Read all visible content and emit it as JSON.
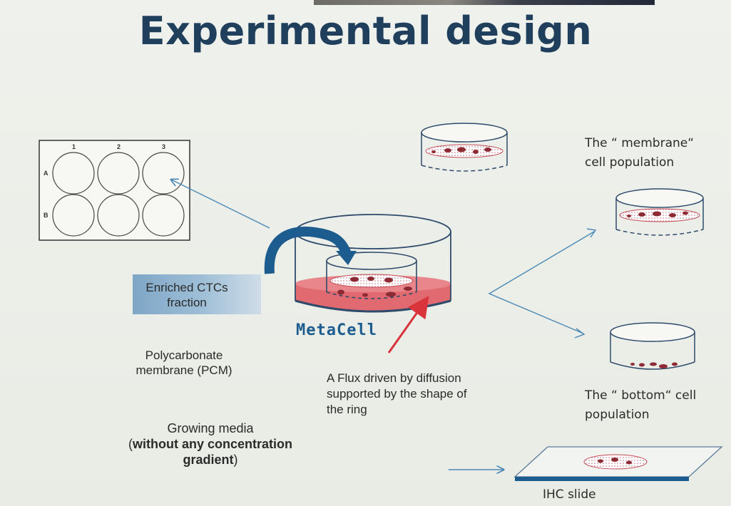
{
  "title": "Experimental design",
  "plate": {
    "columns": [
      "1",
      "2",
      "3"
    ],
    "rows": [
      "A",
      "B"
    ]
  },
  "labels": {
    "enriched_line1": "Enriched CTCs",
    "enriched_line2": "fraction",
    "brand": "MetaCell",
    "pcm_line1": "Polycarbonate",
    "pcm_line2": "membrane (PCM)",
    "media_line1": "Growing media",
    "media_line2_bold": "without any concentration",
    "media_line3_bold": "gradient",
    "flux_line1": "A Flux driven by diffusion",
    "flux_line2": "supported by the shape of",
    "flux_line3": "the ring",
    "membrane_line1": "The “ membrane“",
    "membrane_line2": "cell population",
    "bottom_line1": "The “ bottom“ cell",
    "bottom_line2": "population",
    "slide": "IHC slide"
  },
  "colors": {
    "title": "#1f3f5c",
    "arrow_blue": "#1d5c8f",
    "media_red": "#e06a70",
    "cells": "#8e2a34",
    "brand": "#1d5c8f",
    "line_blue": "#4a88b5"
  }
}
